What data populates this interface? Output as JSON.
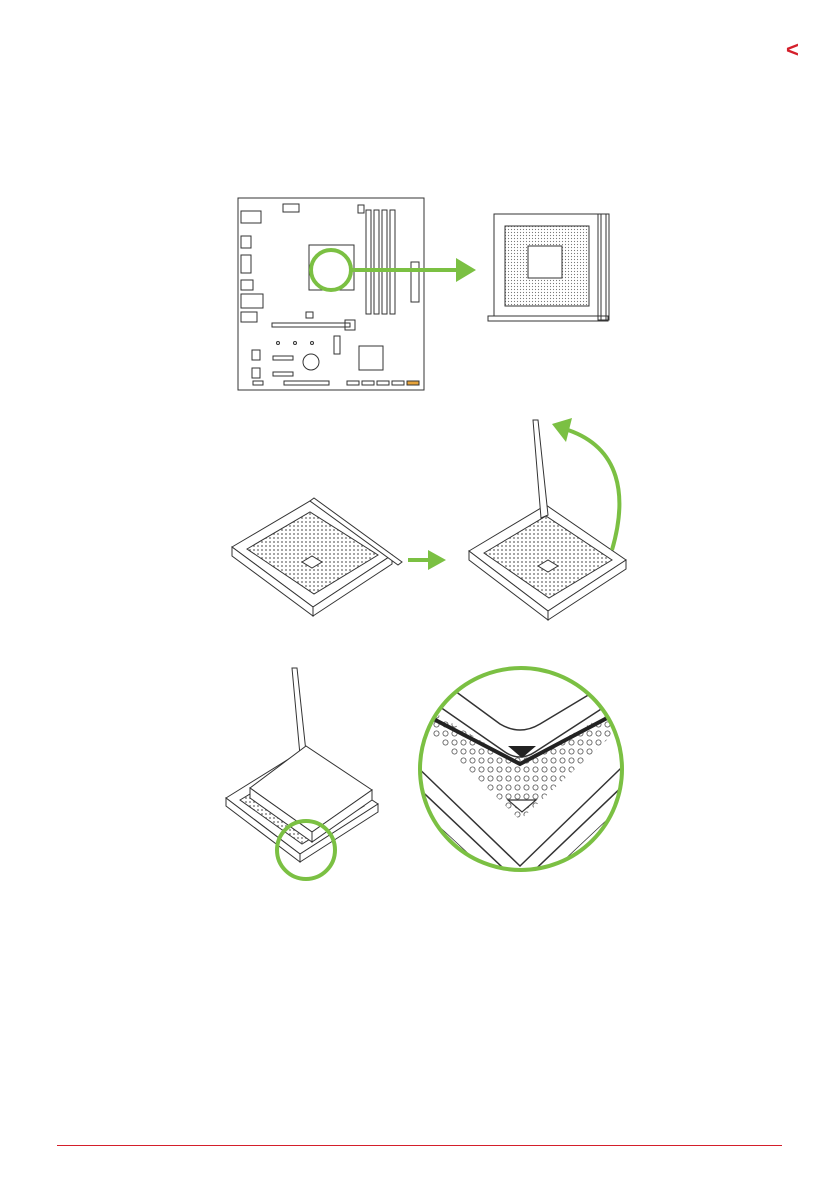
{
  "header": {
    "nav_icon": "chevron-left-icon",
    "nav_glyph": "<"
  },
  "colors": {
    "accent_red": "#d41f2b",
    "highlight_green": "#7bc043",
    "line": "#333333"
  },
  "figures": [
    {
      "id": "motherboard-locate-socket",
      "icons": [
        "motherboard-icon",
        "arrow-right-icon",
        "cpu-socket-icon"
      ]
    },
    {
      "id": "raise-socket-lever",
      "icons": [
        "socket-lever-closed-icon",
        "arrow-right-icon",
        "socket-lever-open-icon",
        "curved-arrow-icon"
      ]
    },
    {
      "id": "align-cpu-triangle",
      "icons": [
        "cpu-insert-icon",
        "triangle-marker-icon"
      ]
    }
  ]
}
